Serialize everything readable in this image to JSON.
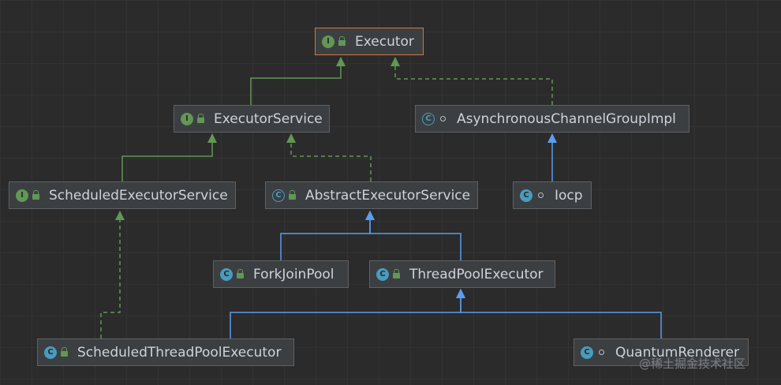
{
  "nodes": {
    "executor": {
      "label": "Executor",
      "kind": "interface",
      "kind_letter": "I",
      "visibility": "public-lock"
    },
    "executor_service": {
      "label": "ExecutorService",
      "kind": "interface",
      "kind_letter": "I",
      "visibility": "public-lock"
    },
    "async_channel_group": {
      "label": "AsynchronousChannelGroupImpl",
      "kind": "abstract",
      "kind_letter": "C",
      "visibility": "package-dot"
    },
    "scheduled_executor_service": {
      "label": "ScheduledExecutorService",
      "kind": "interface",
      "kind_letter": "I",
      "visibility": "public-lock"
    },
    "abstract_executor_service": {
      "label": "AbstractExecutorService",
      "kind": "abstract",
      "kind_letter": "C",
      "visibility": "public-lock"
    },
    "iocp": {
      "label": "Iocp",
      "kind": "class",
      "kind_letter": "C",
      "visibility": "package-dot"
    },
    "fork_join_pool": {
      "label": "ForkJoinPool",
      "kind": "class",
      "kind_letter": "C",
      "visibility": "public-lock"
    },
    "thread_pool_executor": {
      "label": "ThreadPoolExecutor",
      "kind": "class",
      "kind_letter": "C",
      "visibility": "public-lock"
    },
    "scheduled_thread_pool_executor": {
      "label": "ScheduledThreadPoolExecutor",
      "kind": "class",
      "kind_letter": "C",
      "visibility": "public-lock"
    },
    "quantum_renderer": {
      "label": "QuantumRenderer",
      "kind": "class",
      "kind_letter": "C",
      "visibility": "package-dot"
    }
  },
  "edges": [
    {
      "from": "executor_service",
      "to": "executor",
      "relation": "extends-interface"
    },
    {
      "from": "async_channel_group",
      "to": "executor",
      "relation": "implements"
    },
    {
      "from": "scheduled_executor_service",
      "to": "executor_service",
      "relation": "extends-interface"
    },
    {
      "from": "abstract_executor_service",
      "to": "executor_service",
      "relation": "implements"
    },
    {
      "from": "iocp",
      "to": "async_channel_group",
      "relation": "extends"
    },
    {
      "from": "fork_join_pool",
      "to": "abstract_executor_service",
      "relation": "extends"
    },
    {
      "from": "thread_pool_executor",
      "to": "abstract_executor_service",
      "relation": "extends"
    },
    {
      "from": "scheduled_thread_pool_executor",
      "to": "thread_pool_executor",
      "relation": "extends"
    },
    {
      "from": "scheduled_thread_pool_executor",
      "to": "scheduled_executor_service",
      "relation": "implements"
    },
    {
      "from": "quantum_renderer",
      "to": "thread_pool_executor",
      "relation": "extends"
    }
  ],
  "colors": {
    "interface_edge": "#629755",
    "class_edge": "#5b9ded",
    "selected_border": "#d2783a"
  },
  "watermark": "@稀土掘金技术社区"
}
